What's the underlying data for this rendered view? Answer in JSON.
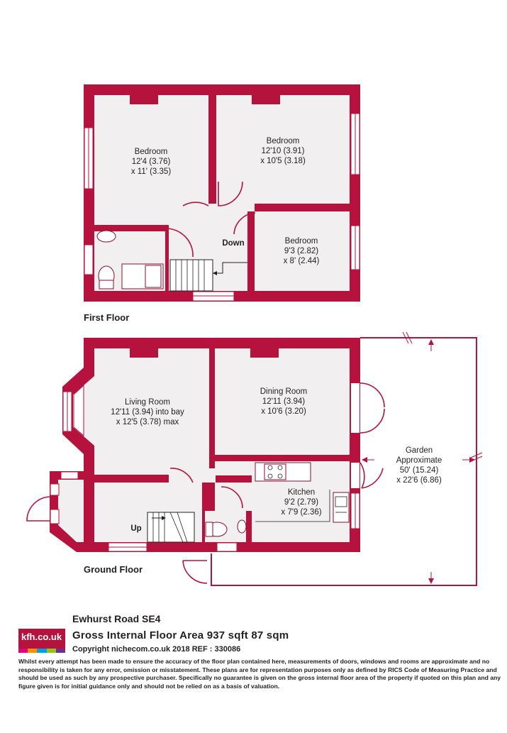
{
  "first_floor": {
    "label": "First Floor",
    "rooms": [
      {
        "name": "Bedroom",
        "dim1": "12'4 (3.76)",
        "dim2": "x 11' (3.35)"
      },
      {
        "name": "Bedroom",
        "dim1": "12'10 (3.91)",
        "dim2": "x 10'5 (3.18)"
      },
      {
        "name": "Bedroom",
        "dim1": "9'3 (2.82)",
        "dim2": "x 8' (2.44)"
      }
    ],
    "stair_label": "Down"
  },
  "ground_floor": {
    "label": "Ground Floor",
    "rooms": [
      {
        "name": "Living Room",
        "dim1": "12'11 (3.94) into bay",
        "dim2": "x 12'5 (3.78) max"
      },
      {
        "name": "Dining Room",
        "dim1": "12'11 (3.94)",
        "dim2": "x 10'6 (3.20)"
      },
      {
        "name": "Kitchen",
        "dim1": "9'2 (2.79)",
        "dim2": "x 7'9 (2.36)"
      },
      {
        "name": "Garden",
        "dim1": "Approximate",
        "dim2": "50' (15.24)",
        "dim3": "x 22'6 (6.86)"
      }
    ],
    "stair_label": "Up"
  },
  "footer": {
    "title": "Ewhurst Road  SE4",
    "area": "Gross Internal Floor Area 937 sqft 87 sqm",
    "copyright": "Copyright nichecom.co.uk 2018 REF : 330086",
    "logo": "kfh.co.uk",
    "logo_colors": [
      "#e6007e",
      "#f39200",
      "#009fe3",
      "#95c11f",
      "#6f2c91"
    ],
    "disclaimer": "Whilst every attempt has been made to ensure the accuracy of the floor plan contained here, measurements of doors, windows and rooms are approximate and no responsibility is taken for any error, omission or misstatement.  These plans are for representation purposes only as defined by RICS Code of Measuring Practice and should be used as such by any prospective purchaser.  Specifically no guarantee is given on the gross internal floor area of the property if quoted on this plan and any figure given is for initial guidance only and should not be relied on as a basis of valuation."
  },
  "colors": {
    "wall": "#b5123e",
    "room": "#f1eff0"
  }
}
